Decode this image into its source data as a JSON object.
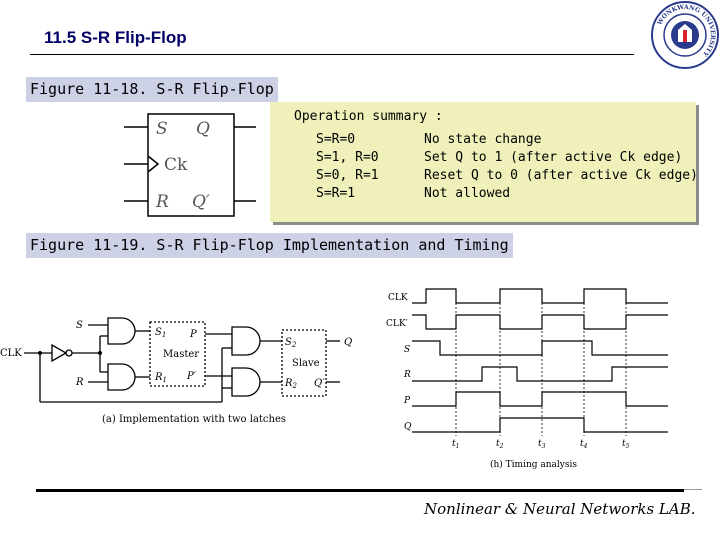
{
  "slide": {
    "title": "11.5 S-R Flip-Flop",
    "footer": "Nonlinear & Neural Networks LAB."
  },
  "logo": {
    "ring_text": "WONKWANG UNIVERSITY",
    "color": "#2a3a8c",
    "accent": "#d8262e"
  },
  "figure1": {
    "label": "Figure 11-18. S-R Flip-Flop",
    "symbol": {
      "pin_s": "S",
      "pin_q": "Q",
      "pin_ck": "Ck",
      "pin_r": "R",
      "pin_qbar": "Q′"
    }
  },
  "summary": {
    "title": "Operation summary :",
    "rows": [
      {
        "condition": "S=R=0",
        "effect": "No state change"
      },
      {
        "condition": "S=1, R=0",
        "effect": "Set Q to 1 (after active Ck edge)"
      },
      {
        "condition": "S=0, R=1",
        "effect": "Reset Q to 0 (after active Ck edge)"
      },
      {
        "condition": "S=R=1",
        "effect": "Not allowed"
      }
    ]
  },
  "figure2": {
    "label": "Figure 11-19. S-R Flip-Flop Implementation and Timing",
    "implementation": {
      "caption": "(a) Implementation with two latches",
      "input_s": "S",
      "input_r": "R",
      "clock": "CLK",
      "master_label": "Master",
      "master_s1": "S",
      "master_s1_sub": "1",
      "master_r1": "R",
      "master_r1_sub": "1",
      "master_p": "P",
      "master_pbar": "P′",
      "slave_label": "Slave",
      "slave_s2": "S",
      "slave_s2_sub": "2",
      "slave_r2": "R",
      "slave_r2_sub": "2",
      "slave_q": "Q",
      "slave_qbar": "Q′"
    },
    "timing": {
      "caption": "(h) Timing analysis",
      "signals": [
        "CLK",
        "CLK′",
        "S",
        "R",
        "P",
        "Q"
      ],
      "time_marks": [
        {
          "t": "t",
          "sub": "1"
        },
        {
          "t": "t",
          "sub": "2"
        },
        {
          "t": "t",
          "sub": "3"
        },
        {
          "t": "t",
          "sub": "4"
        },
        {
          "t": "t",
          "sub": "5"
        }
      ]
    }
  }
}
